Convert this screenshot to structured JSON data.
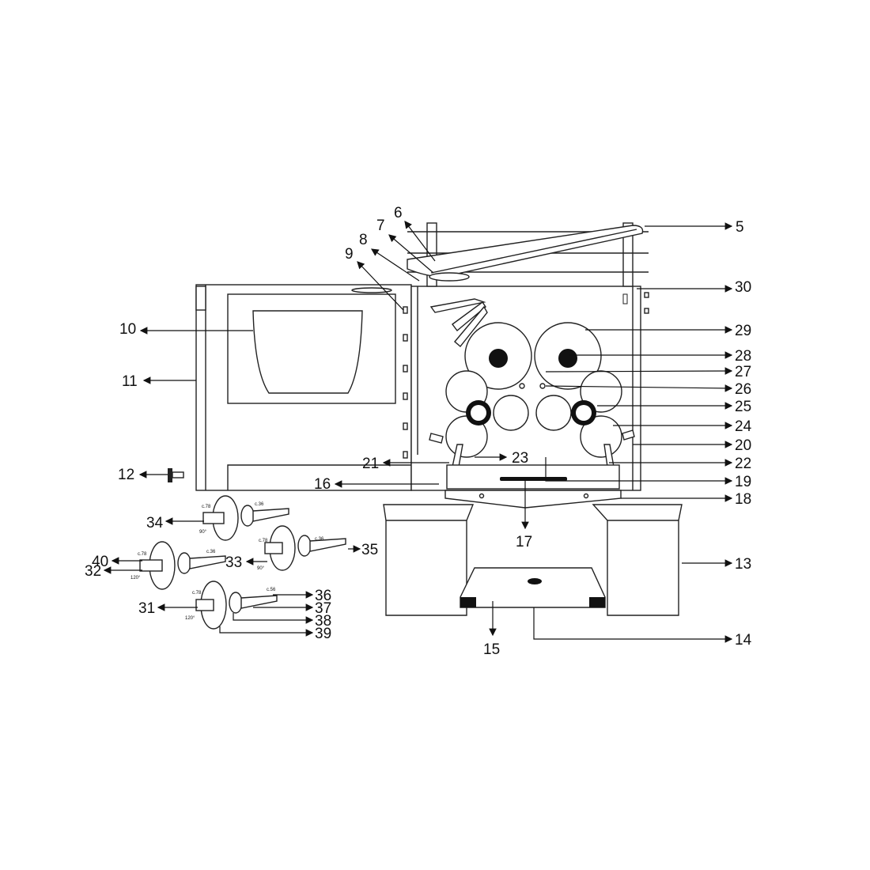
{
  "title": "Juicer exploded parts diagram",
  "callouts": [
    "5",
    "6",
    "7",
    "8",
    "9",
    "10",
    "11",
    "12",
    "13",
    "14",
    "15",
    "16",
    "17",
    "18",
    "19",
    "20",
    "21",
    "22",
    "23",
    "24",
    "25",
    "26",
    "27",
    "28",
    "29",
    "30",
    "31",
    "32",
    "33",
    "34",
    "35",
    "36",
    "37",
    "38",
    "39",
    "40"
  ],
  "shaft_notes": {
    "c78": "c.78",
    "c36": "c.36",
    "c56": "c.56",
    "deg90": "90°",
    "deg120": "120°"
  },
  "colors": {
    "line": "#222222",
    "background": "#ffffff"
  }
}
